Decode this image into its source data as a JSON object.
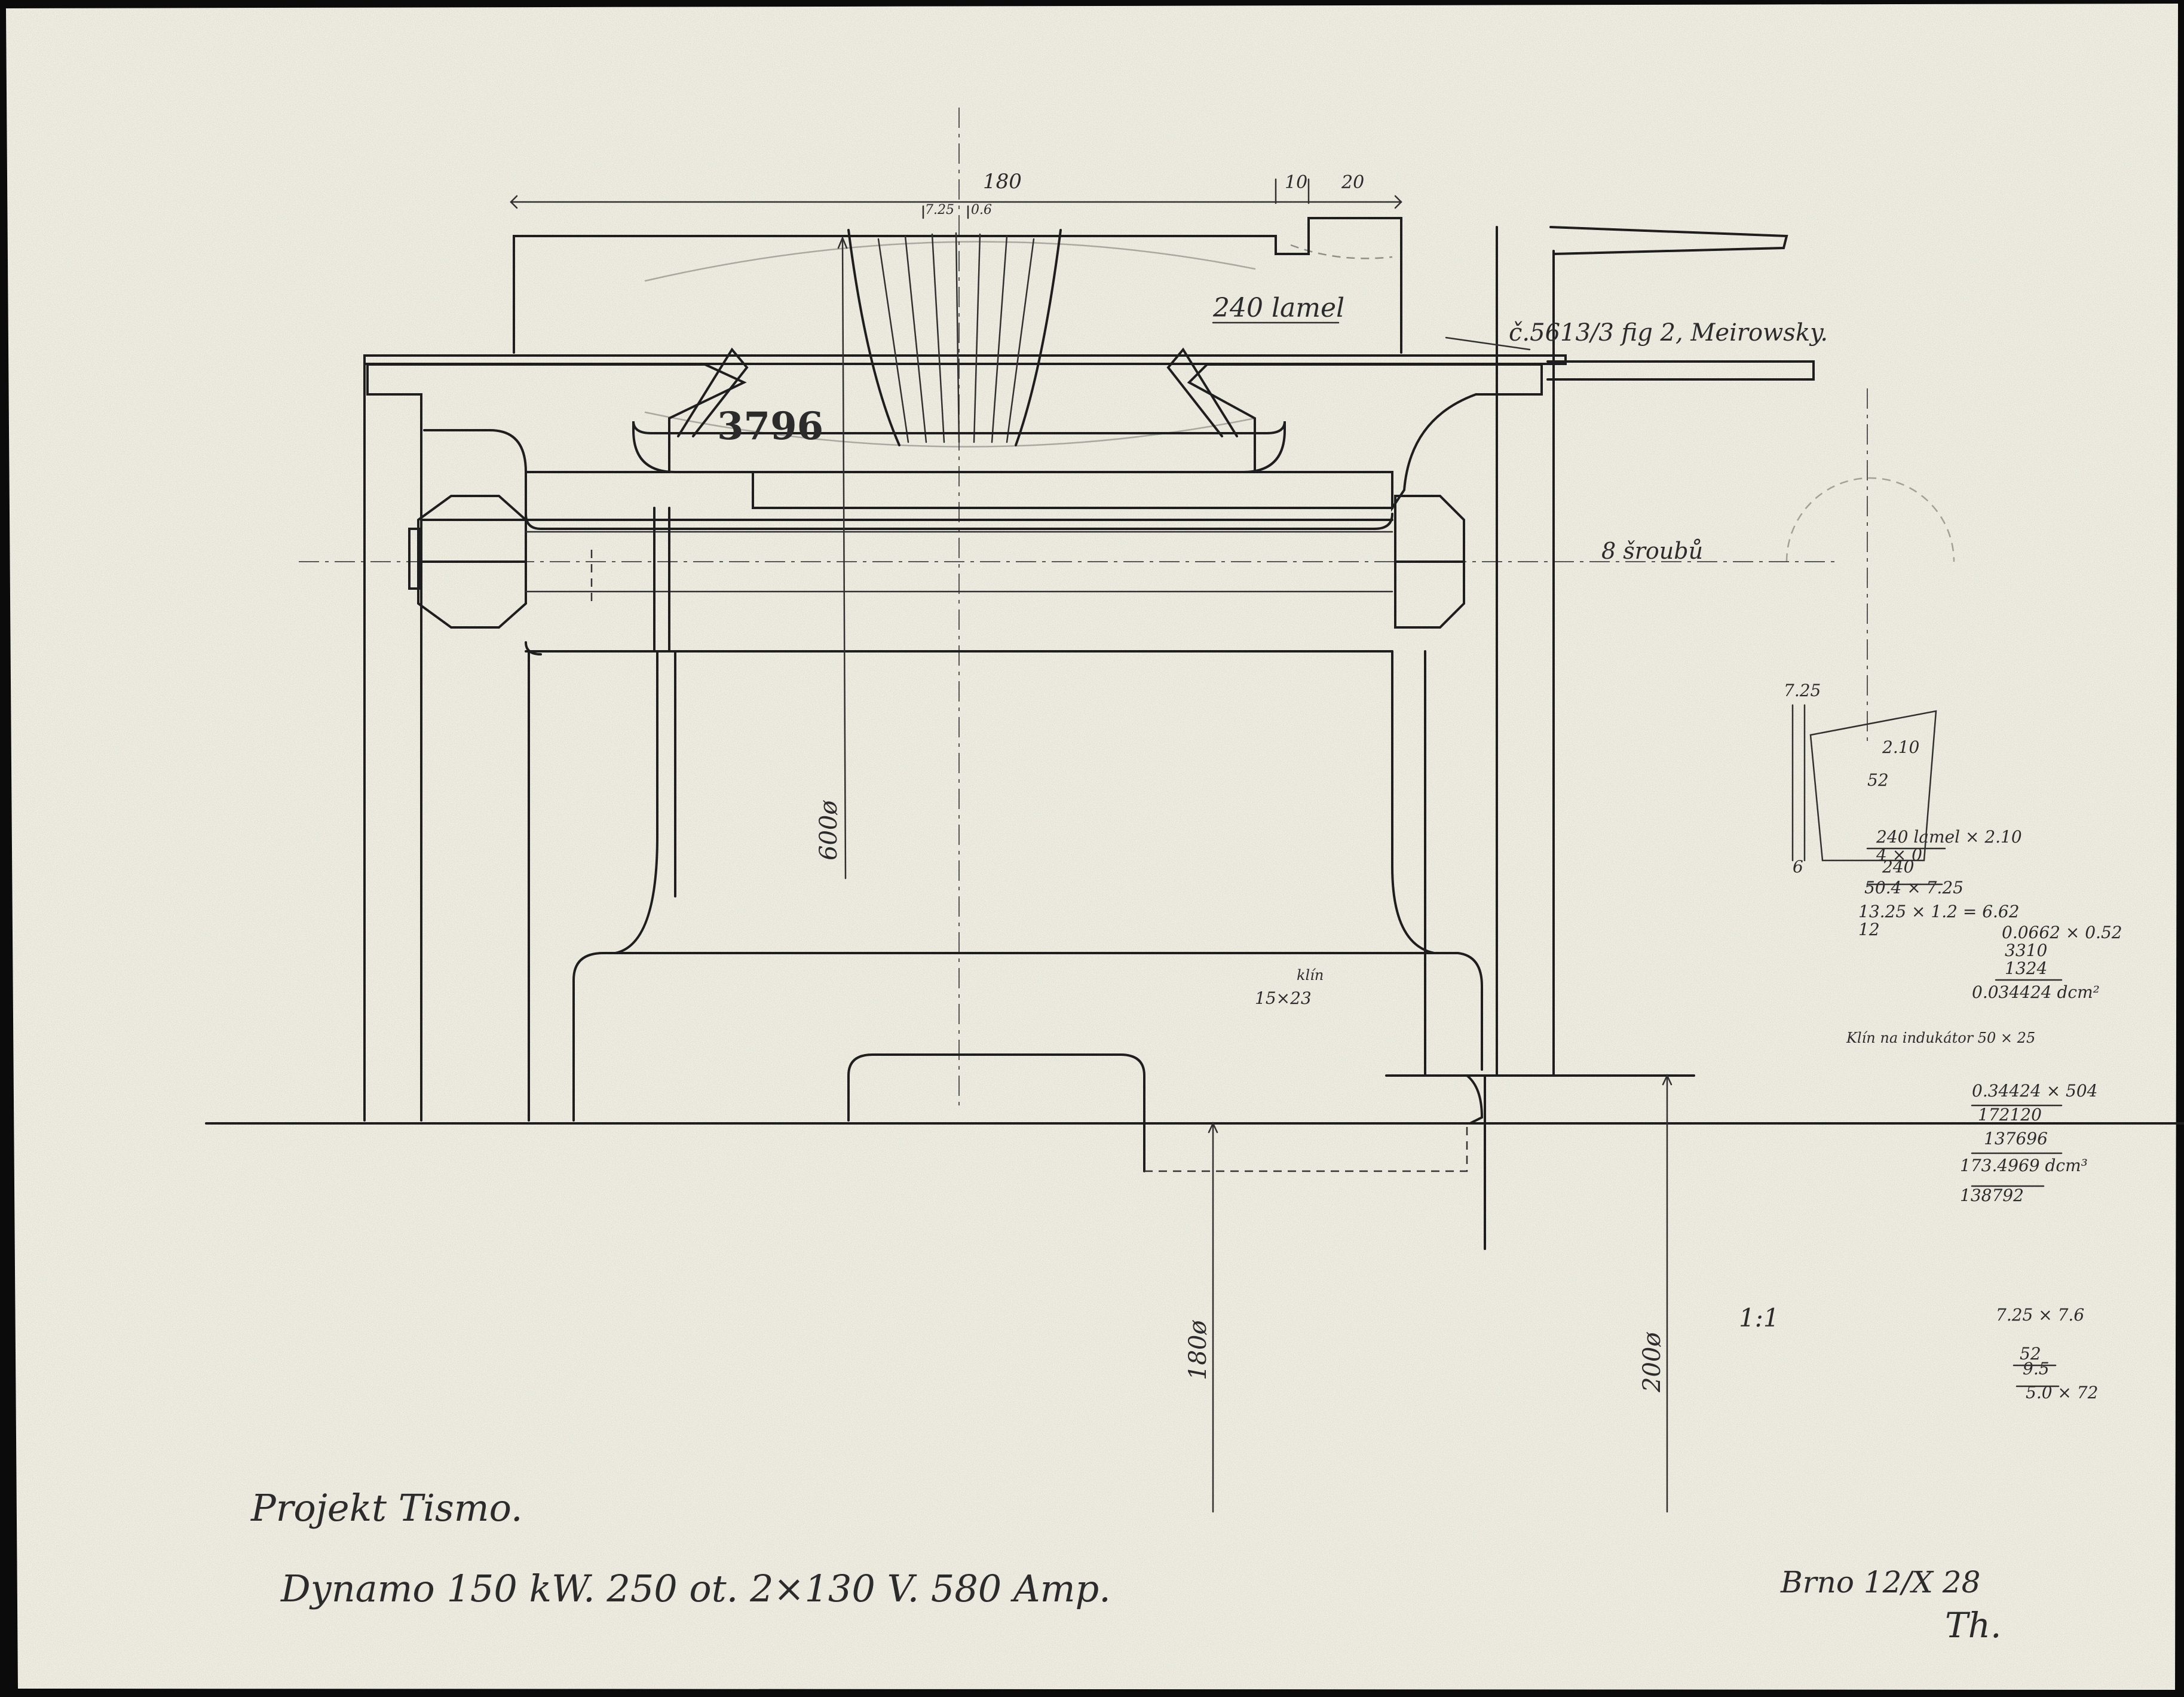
{
  "drawing": {
    "dim_180": "180",
    "dim_10": "10",
    "dim_20": "20",
    "dim_725": "7.25",
    "dim_06": "0.6",
    "segments_label": "240 lamel",
    "reference_label": "č.5613/3 fig 2, Meirowsky.",
    "bolts_label": "8 šroubů",
    "diameter_600": "600ø",
    "diameter_180": "180ø",
    "diameter_200": "200ø",
    "key_label": "klín",
    "key_size": "15×23",
    "stamp_code": "3796",
    "scale": "1:1"
  },
  "calculations": {
    "lines": [
      "7.25",
      "2.10",
      "52",
      "6",
      "240 lamel × 2.10",
      "4 × 0",
      "240",
      "50.4 × 7.25",
      "13.25 × 1.2 = 6.62",
      "12",
      "0.0662 × 0.52",
      "3310",
      "1324",
      "0.034424 dcm²",
      "Klín na indukátor 50 × 25",
      "0.34424 × 504",
      "172120",
      "137696",
      "173.4969 dcm³",
      "138792",
      "7.25 × 7.6",
      "52",
      "9.5",
      "5.0 × 72"
    ]
  },
  "title_block": {
    "project": "Projekt Tismo.",
    "machine": "Dynamo 150 kW. 250 ot. 2×130 V. 580 Amp.",
    "date_place": "Brno 12/X 28",
    "signature": "Th."
  }
}
